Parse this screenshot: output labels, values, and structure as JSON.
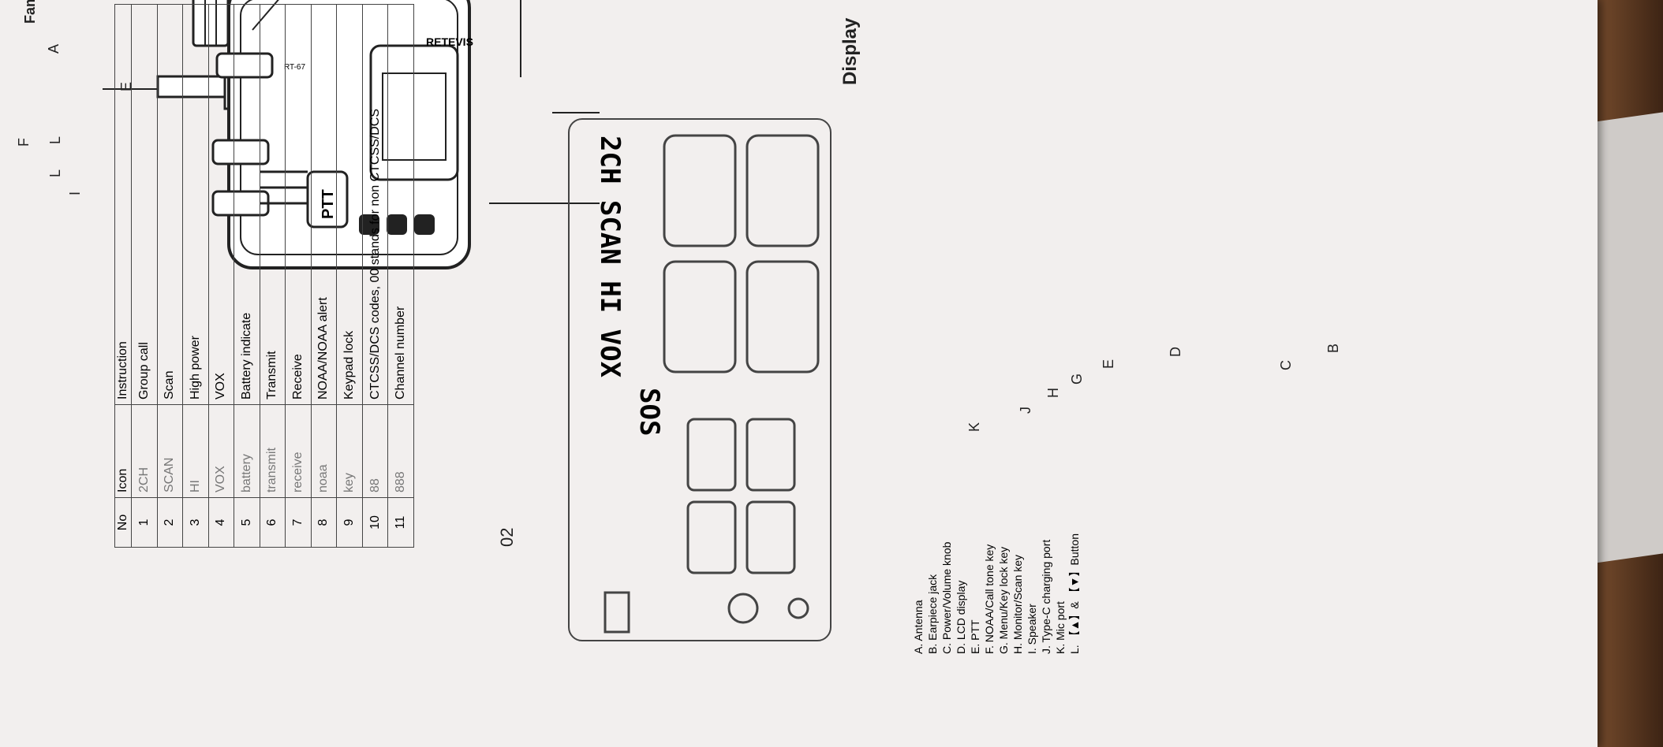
{
  "header": {
    "title": "Familiar with Radio"
  },
  "radio": {
    "brand": "RETEVIS",
    "ptt_label": "PTT",
    "model": "RT-67"
  },
  "callouts": {
    "A": "A",
    "B": "B",
    "C": "C",
    "D": "D",
    "E": "E",
    "E2": "E",
    "F": "F",
    "G": "G",
    "H": "H",
    "I": "I",
    "J": "J",
    "K": "K",
    "L": "L",
    "L2": "L"
  },
  "legend": [
    "A. Antenna",
    "B. Earpiece jack",
    "C. Power/Volume knob",
    "D. LCD display",
    "E. PTT",
    "F. NOAA/Call tone key",
    "G. Menu/Key lock key",
    "H. Monitor/Scan key",
    "I. Speaker",
    "J. Type-C charging port",
    "K. Mic port",
    "L. 【▲】& 【▼】Button"
  ],
  "display": {
    "heading": "Display",
    "lcd_top_row": "2CH SCAN HI VOX",
    "lcd_sos": "SOS"
  },
  "table": {
    "headers": {
      "no": "No",
      "icon": "Icon",
      "instruction": "Instruction"
    },
    "rows": [
      {
        "no": "1",
        "icon": "2CH",
        "instruction": "Group call"
      },
      {
        "no": "2",
        "icon": "SCAN",
        "instruction": "Scan"
      },
      {
        "no": "3",
        "icon": "HI",
        "instruction": "High power"
      },
      {
        "no": "4",
        "icon": "VOX",
        "instruction": "VOX"
      },
      {
        "no": "5",
        "icon": "battery",
        "instruction": "Battery indicate"
      },
      {
        "no": "6",
        "icon": "transmit",
        "instruction": "Transmit"
      },
      {
        "no": "7",
        "icon": "receive",
        "instruction": "Receive"
      },
      {
        "no": "8",
        "icon": "noaa",
        "instruction": "NOAA/NOAA alert"
      },
      {
        "no": "9",
        "icon": "key",
        "instruction": "Keypad lock"
      },
      {
        "no": "10",
        "icon": "88",
        "instruction": "CTCSS/DCS codes, 00 stands for non CTCSS/DCS"
      },
      {
        "no": "11",
        "icon": "888",
        "instruction": "Channel number"
      }
    ]
  },
  "footer": {
    "page_number": "02"
  }
}
